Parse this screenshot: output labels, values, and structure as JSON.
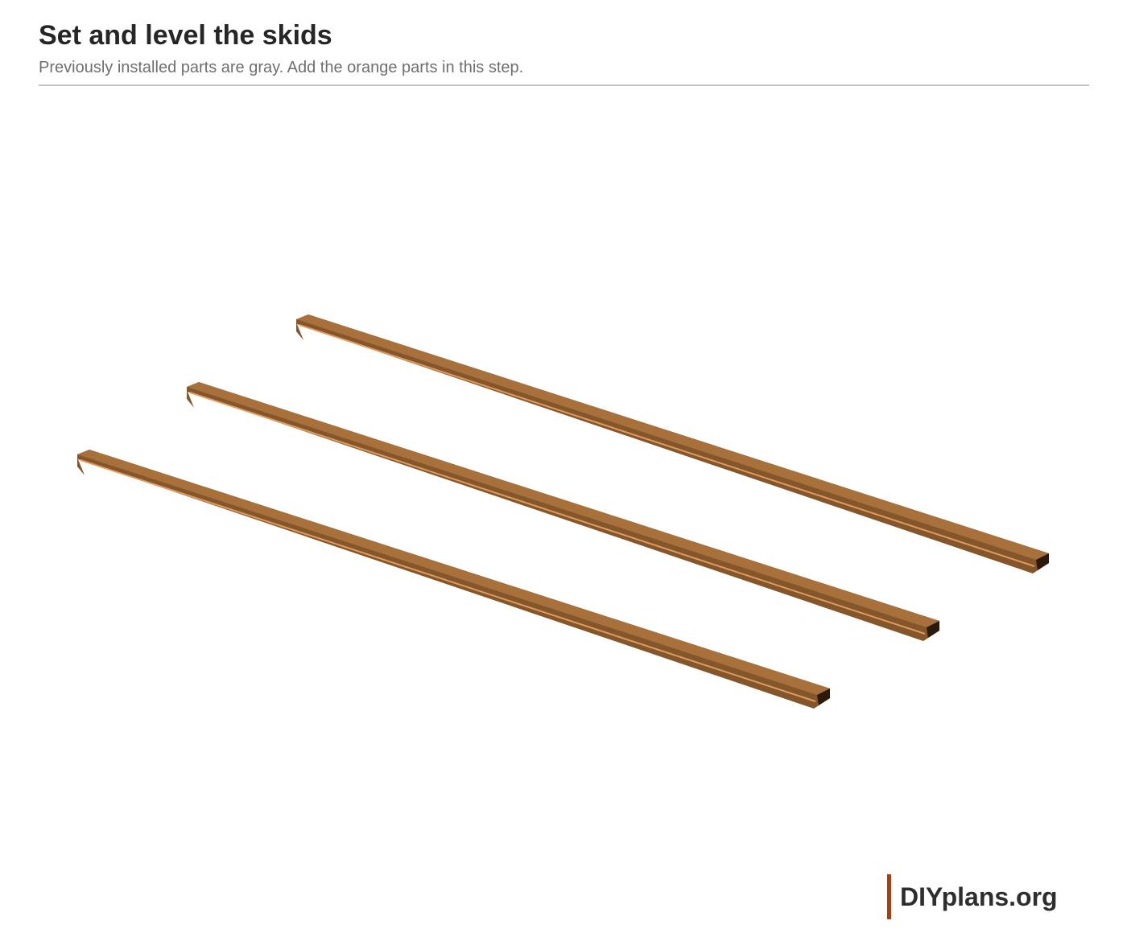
{
  "header": {
    "title": "Set and level the skids",
    "subtitle": "Previously installed parts are gray. Add the orange parts in this step."
  },
  "diagram": {
    "parts": [
      {
        "name": "skid-back",
        "state": "new"
      },
      {
        "name": "skid-middle",
        "state": "new"
      },
      {
        "name": "skid-front",
        "state": "new"
      }
    ],
    "colors": {
      "new_part_side": "#83562c",
      "new_part_top": "#a8703a",
      "new_part_edge": "#e09a5c",
      "new_part_end": "#2a1a0e"
    }
  },
  "brand": {
    "text": "DIYplans.org",
    "accent_color": "#a0401a"
  }
}
